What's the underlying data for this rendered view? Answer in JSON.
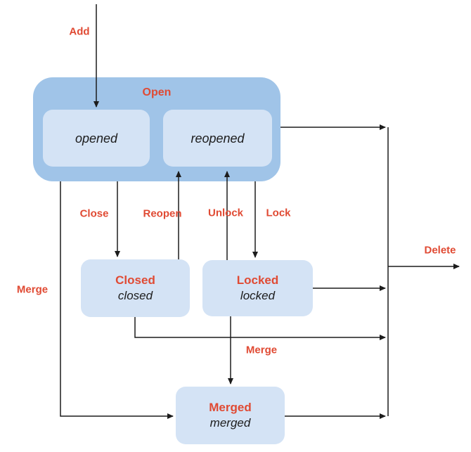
{
  "colors": {
    "canvas_bg": "#ffffff",
    "group_fill": "#a0c4e8",
    "state_fill": "#d4e3f5",
    "accent_red": "#e04a33",
    "line_color": "#1c1c1c",
    "text_dark": "#1c1c1c"
  },
  "states": {
    "open": {
      "label": "Open"
    },
    "opened": {
      "label": "opened"
    },
    "reopened": {
      "label": "reopened"
    },
    "closed": {
      "name": "Closed",
      "value": "closed"
    },
    "locked": {
      "name": "Locked",
      "value": "locked"
    },
    "merged": {
      "name": "Merged",
      "value": "merged"
    }
  },
  "transitions": {
    "add": {
      "label": "Add",
      "from": "start",
      "to": "opened"
    },
    "close": {
      "label": "Close",
      "from": "open",
      "to": "closed"
    },
    "reopen": {
      "label": "Reopen",
      "from": "closed",
      "to": "reopened"
    },
    "unlock": {
      "label": "Unlock",
      "from": "locked",
      "to": "reopened"
    },
    "lock": {
      "label": "Lock",
      "from": "open",
      "to": "locked"
    },
    "merge_from_open": {
      "label": "Merge",
      "from": "open",
      "to": "merged"
    },
    "merge_from_locked": {
      "label": "Merge",
      "from": "locked",
      "to": "merged"
    },
    "delete": {
      "label": "Delete",
      "from": "open, closed, locked, merged",
      "to": "deleted"
    }
  }
}
